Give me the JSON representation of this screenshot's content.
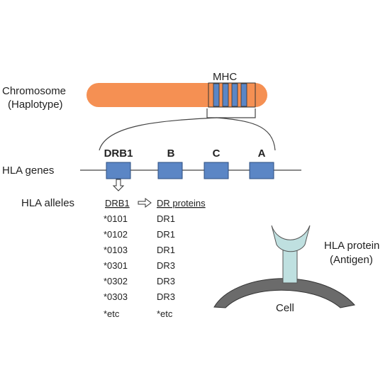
{
  "chromosome": {
    "label_line1": "Chromosome",
    "label_line2": "(Haplotype)",
    "region_label": "MHC",
    "body_color": "#F59053",
    "band_color": "#5B86C5"
  },
  "genes": {
    "row_label": "HLA genes",
    "box_color": "#5B86C5",
    "names": [
      "DRB1",
      "B",
      "C",
      "A"
    ]
  },
  "alleles": {
    "row_label": "HLA alleles",
    "allele_header": "DRB1",
    "protein_header": "DR proteins",
    "rows": [
      {
        "allele": "*0101",
        "protein": "DR1"
      },
      {
        "allele": "*0102",
        "protein": "DR1"
      },
      {
        "allele": "*0103",
        "protein": "DR1"
      },
      {
        "allele": "*0301",
        "protein": "DR3"
      },
      {
        "allele": "*0302",
        "protein": "DR3"
      },
      {
        "allele": "*0303",
        "protein": "DR3"
      },
      {
        "allele": "*etc",
        "protein": "*etc"
      }
    ]
  },
  "protein": {
    "label_line1": "HLA protein",
    "label_line2": "(Antigen)",
    "cell_label": "Cell",
    "stem_color": "#BFE0E0",
    "cell_color": "#6B6B6B"
  }
}
